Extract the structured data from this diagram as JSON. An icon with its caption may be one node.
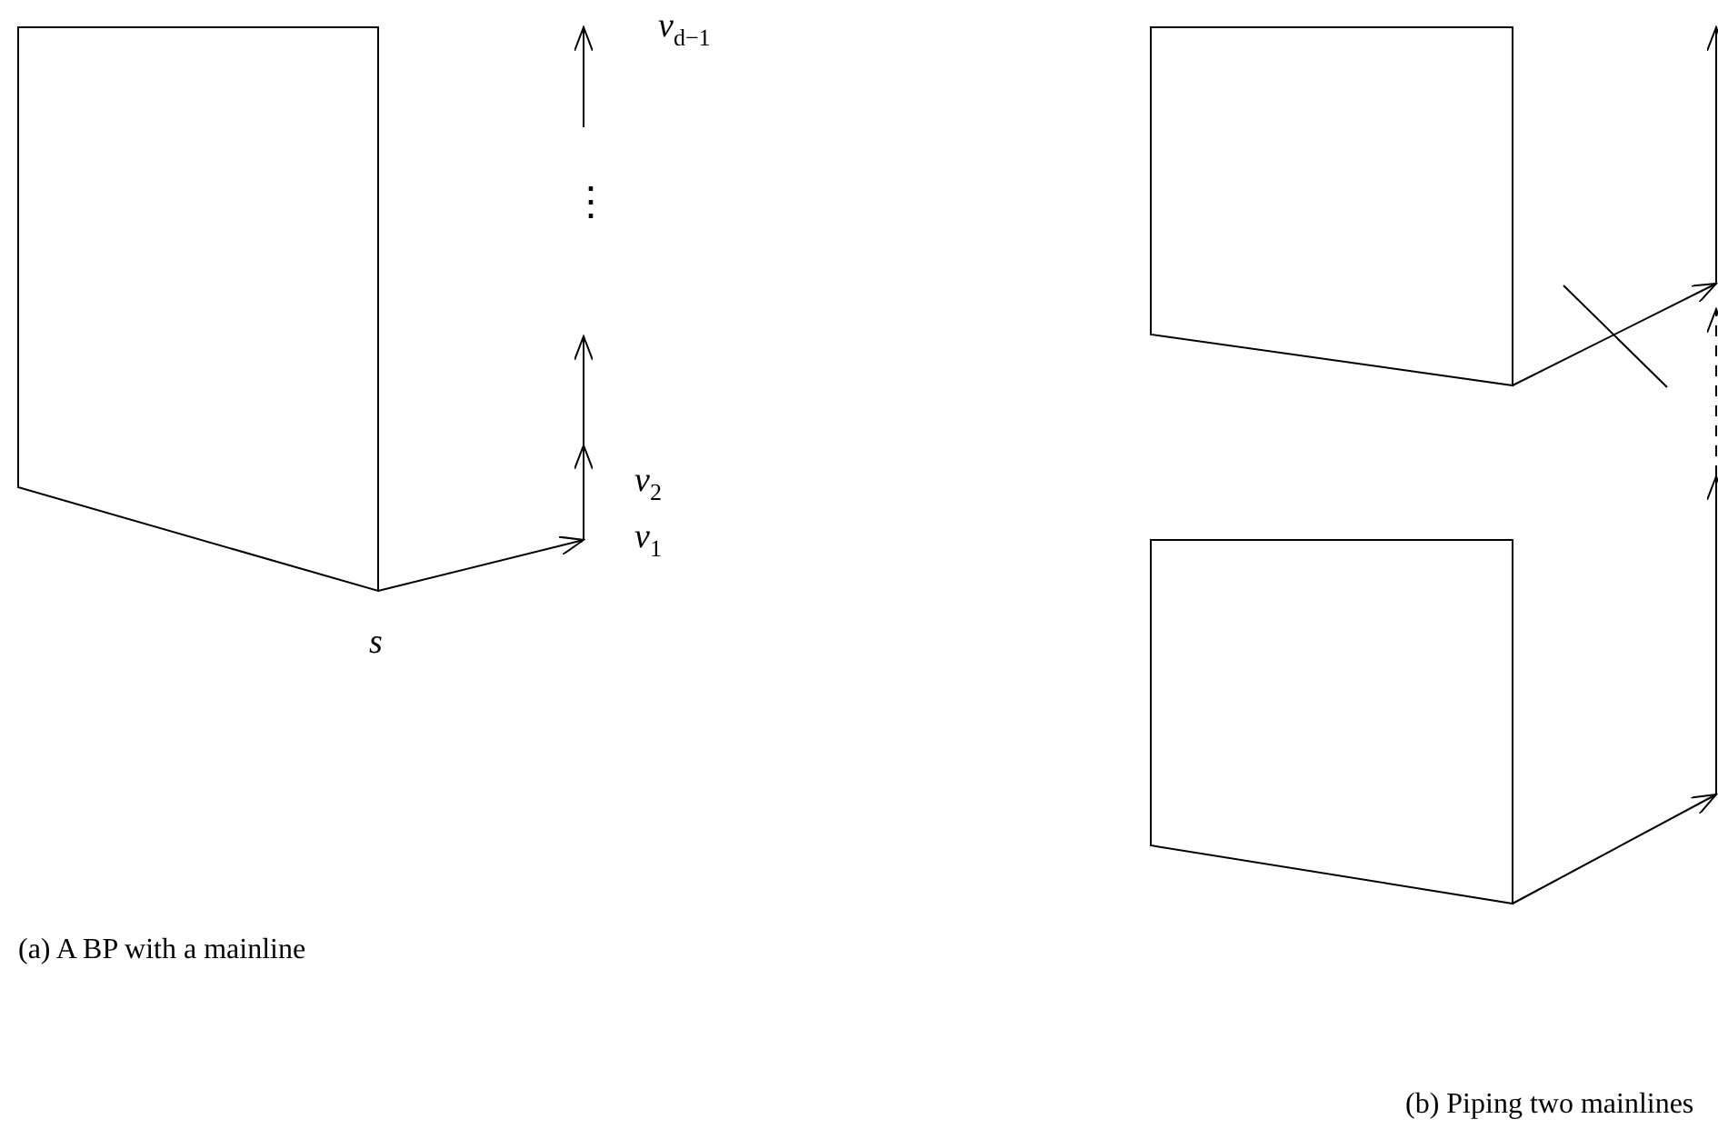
{
  "diagram": {
    "nodes": [
      {
        "text": [],
        "shape": "box"
      },
      {
        "text": [],
        "shape": "box"
      },
      {
        "text": [],
        "shape": "box"
      }
    ],
    "edges": [
      {
        "from": 0,
        "to": null,
        "arrow": "to"
      },
      {
        "from": 1,
        "to": null,
        "arrow": "to"
      },
      {
        "from": 2,
        "to": null,
        "arrow": "to"
      }
    ],
    "labels": [
      "v$_{d−1}$",
      "⋮",
      "v$_{2}$",
      "v$_{1}$",
      "s",
      "(a) A BP with a mainline",
      "(b) Piping two mainlines"
    ]
  }
}
